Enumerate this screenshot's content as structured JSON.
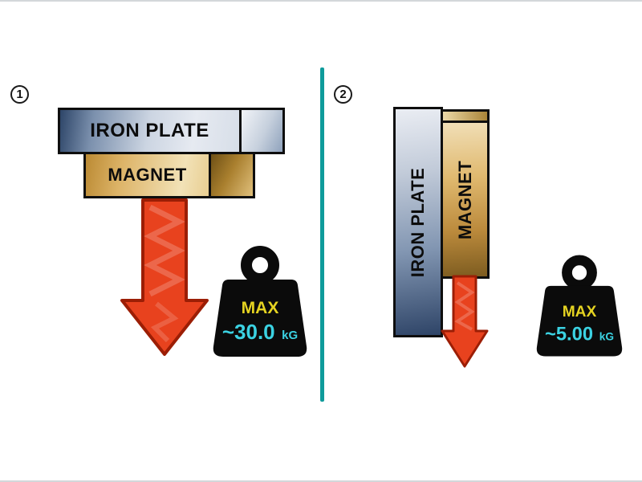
{
  "colors": {
    "divider": "#0f9b9b",
    "arrow_fill": "#e8421e",
    "arrow_stroke": "#9c1e05",
    "weight_body": "#0b0b0b",
    "max_color": "#e5d321",
    "value_color": "#3bd2e2"
  },
  "panels": [
    {
      "number": "1",
      "iron_plate_label": "IRON PLATE",
      "magnet_label": "MAGNET",
      "weight": {
        "max_label": "MAX",
        "value": "~30.0",
        "unit": "kG"
      }
    },
    {
      "number": "2",
      "iron_plate_label": "IRON PLATE",
      "magnet_label": "MAGNET",
      "weight": {
        "max_label": "MAX",
        "value": "~5.00",
        "unit": "kG"
      }
    }
  ]
}
